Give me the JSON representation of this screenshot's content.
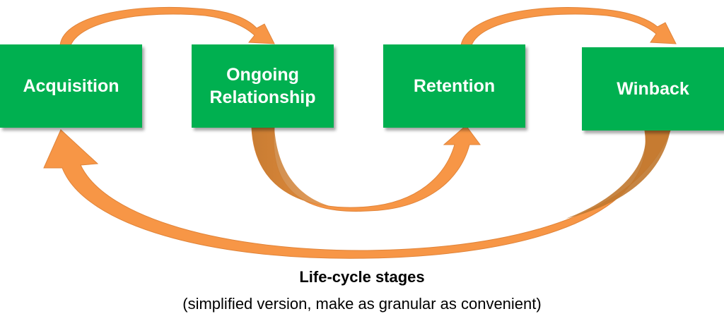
{
  "colors": {
    "box_fill": "#00B050",
    "box_text": "#FFFFFF",
    "arrow_fill": "#F79646",
    "arrow_shade": "#C0782F",
    "caption_text": "#000000"
  },
  "stages": [
    {
      "label": "Acquisition"
    },
    {
      "label": "Ongoing\nRelationship"
    },
    {
      "label": "Retention"
    },
    {
      "label": "Winback"
    }
  ],
  "caption": {
    "title": "Life-cycle stages",
    "subtitle": "(simplified version, make as granular as convenient)"
  }
}
